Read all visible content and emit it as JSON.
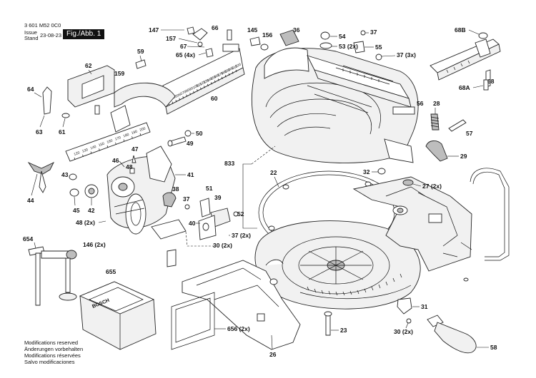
{
  "header": {
    "doc_number": "3 601 M52 0C0",
    "issue_label": "Issue",
    "stand_label": "Stand",
    "date": "23-08-23",
    "figure_label": "Fig./Abb. 1"
  },
  "notes": [
    "Modifications reserved",
    "Änderungen vorbehalten",
    "Modifications réservées",
    "Salvo modificaciones"
  ],
  "parts": {
    "p147": "147",
    "p66": "66",
    "p157": "157",
    "p67": "67",
    "p65": "65 (4x)",
    "p145": "145",
    "p156": "156",
    "p36": "36",
    "p54": "54",
    "p37a": "37",
    "p53": "53 (2x)",
    "p55": "55",
    "p37x3": "37 (3x)",
    "p68b": "68B",
    "p68": "68",
    "p68a": "68A",
    "p59": "59",
    "p62": "62",
    "p159": "159",
    "p64": "64",
    "p60": "60",
    "p56": "56",
    "p28": "28",
    "p63": "63",
    "p61": "61",
    "p50": "50",
    "p57": "57",
    "p49": "49",
    "p47": "47",
    "p29": "29",
    "p46": "46",
    "p48a": "48",
    "p833": "833",
    "p43": "43",
    "p41": "41",
    "p22": "22",
    "p32": "32",
    "p27": "27 (2x)",
    "p44": "44",
    "p38": "38",
    "p51": "51",
    "p37b": "37",
    "p39": "39",
    "p45": "45",
    "p42": "42",
    "p52": "52",
    "p48x2": "48 (2x)",
    "p40": "40",
    "p37c": "37 (2x)",
    "p654": "654",
    "p146": "146 (2x)",
    "p30a": "30 (2x)",
    "p655": "655",
    "p31": "31",
    "p656": "656 (2x)",
    "p23": "23",
    "p30b": "30 (2x)",
    "p26": "26",
    "p58": "58"
  },
  "fence_scale": [
    "30",
    "40",
    "50",
    "60",
    "70",
    "80",
    "90",
    "100",
    "110",
    "120",
    "130",
    "140",
    "150",
    "160",
    "170",
    "180",
    "190",
    "200",
    "210",
    "220"
  ],
  "small_scale": [
    "120",
    "130",
    "140",
    "150",
    "160",
    "170",
    "180",
    "190",
    "200"
  ],
  "battery_brand": "BOSCH"
}
